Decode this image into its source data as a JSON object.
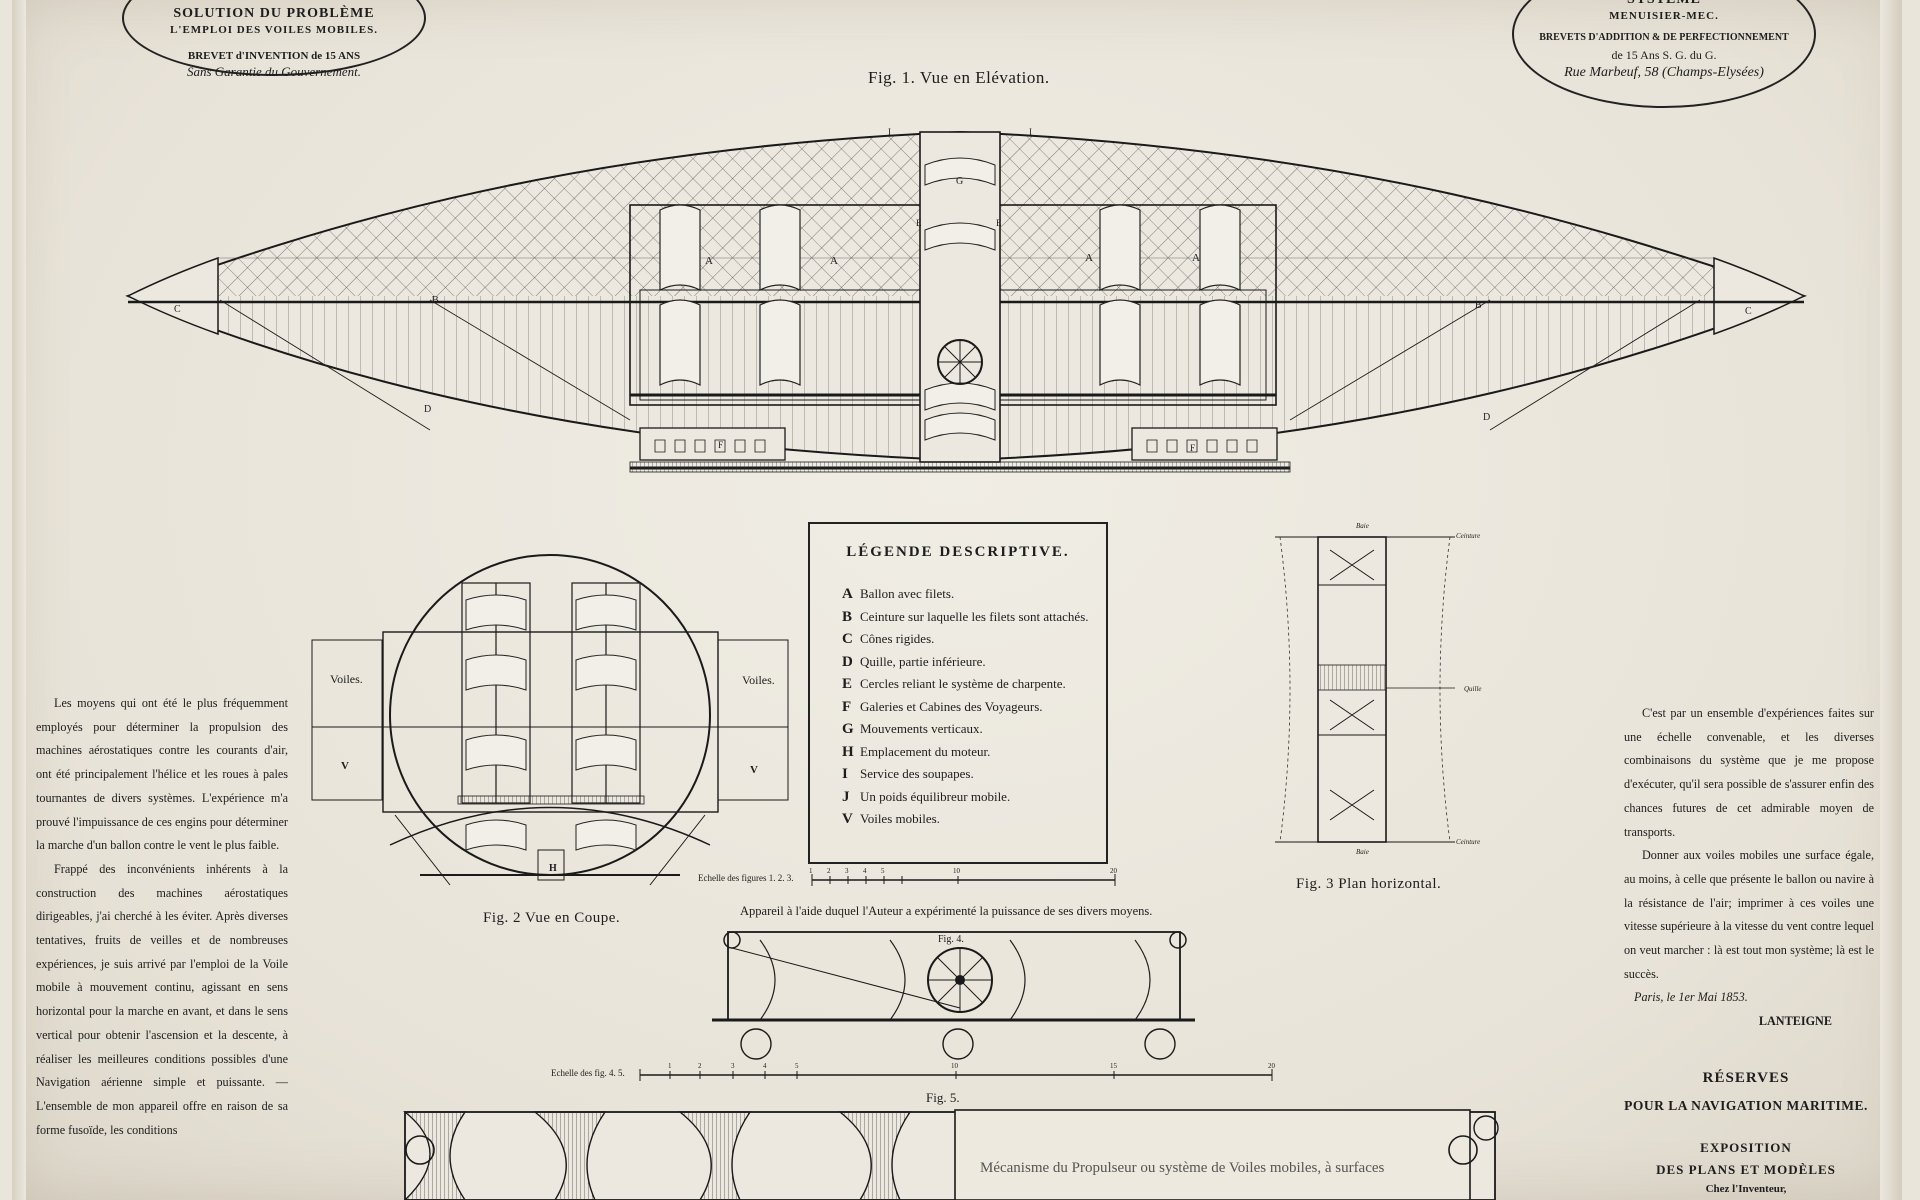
{
  "left_cartouche": {
    "line1": "SOLUTION DU PROBLÈME",
    "line2": "L'EMPLOI DES VOILES MOBILES.",
    "line3": "BREVET d'INVENTION de 15 ANS",
    "line4": "Sans Garantie du Gouvernement."
  },
  "right_cartouche": {
    "line1": "SYSTÈME",
    "line2": "MENUISIER-MEC.",
    "line3": "BREVETS D'ADDITION & DE PERFECTIONNEMENT",
    "line4": "de 15 Ans S. G. du G.",
    "line5": "Rue Marbeuf, 58 (Champs-Elysées)"
  },
  "fig1": {
    "title": "Fig. 1.  Vue en Elévation.",
    "letters": [
      "A",
      "A",
      "A",
      "A",
      "B",
      "B",
      "C",
      "C",
      "D",
      "D",
      "E",
      "E",
      "F",
      "F",
      "G",
      "I",
      "I"
    ]
  },
  "fig2": {
    "title": "Fig. 2  Vue en Coupe.",
    "voiles_left": "Voiles.",
    "voiles_right": "Voiles.",
    "v": "V",
    "h": "H"
  },
  "fig3": {
    "title": "Fig. 3  Plan horizontal.",
    "baie_top": "Baie",
    "ceinture_top": "Ceinture",
    "quille": "Quille",
    "ceinture_bottom": "Ceinture",
    "baie_bottom": "Baie"
  },
  "fig4": {
    "caption": "Appareil à l'aide duquel l'Auteur a expérimenté la puissance de ses divers moyens.",
    "label": "Fig. 4."
  },
  "fig5": {
    "label": "Fig. 5.",
    "caption": "Mécanisme du Propulseur ou système de Voiles mobiles, à surfaces"
  },
  "scales": {
    "scale1": "Echelle des figures 1. 2. 3.",
    "scale1_ticks": [
      "1",
      "2",
      "3",
      "4",
      "5",
      "10",
      "20"
    ],
    "scale2": "Echelle des fig. 4. 5.",
    "scale2_ticks": [
      "1",
      "2",
      "3",
      "4",
      "5",
      "10",
      "15",
      "20"
    ]
  },
  "legend": {
    "title": "LÉGENDE DESCRIPTIVE.",
    "items": [
      {
        "key": "A",
        "text": "Ballon avec filets."
      },
      {
        "key": "B",
        "text": "Ceinture sur laquelle les filets sont attachés."
      },
      {
        "key": "C",
        "text": "Cônes rigides."
      },
      {
        "key": "D",
        "text": "Quille, partie inférieure."
      },
      {
        "key": "E",
        "text": "Cercles reliant le système de charpente."
      },
      {
        "key": "F",
        "text": "Galeries et Cabines des Voyageurs."
      },
      {
        "key": "G",
        "text": "Mouvements verticaux."
      },
      {
        "key": "H",
        "text": "Emplacement du moteur."
      },
      {
        "key": "I",
        "text": "Service des soupapes."
      },
      {
        "key": "J",
        "text": "Un poids équilibreur mobile."
      },
      {
        "key": "V",
        "text": "Voiles mobiles."
      }
    ]
  },
  "left_text": {
    "p1": "Les moyens qui ont été le plus fréquemment employés pour déterminer la propulsion des machines aérostatiques contre les courants d'air, ont été principalement l'hélice et les roues à pales tournantes de divers systèmes. L'expérience m'a prouvé l'impuissance de ces engins pour déterminer la marche d'un ballon contre le vent le plus faible.",
    "p2": "Frappé des inconvénients inhérents à la construction des machines aérostatiques dirigeables, j'ai cherché à les éviter. Après diverses tentatives, fruits de veilles et de nombreuses expériences, je suis arrivé par l'emploi de la Voile mobile à mouvement continu, agissant en sens horizontal pour la marche en avant, et dans le sens vertical pour obtenir l'ascension et la descente, à réaliser les meilleures conditions possibles d'une Navigation aérienne simple et puissante. — L'ensemble de mon appareil offre en raison de sa forme fusoïde, les conditions"
  },
  "right_text": {
    "p1": "C'est par un ensemble d'expériences faites sur une échelle convenable, et les diverses combinaisons du système que je me propose d'exécuter, qu'il sera possible de s'assurer enfin des chances futures de cet admirable moyen de transports.",
    "p2": "Donner aux voiles mobiles une surface égale, au moins, à celle que présente le ballon ou navire à la résistance de l'air; imprimer à ces voiles une vitesse supérieure à la vitesse du vent contre lequel on veut marcher : là est tout mon système; là est le succès.",
    "date": "Paris, le 1er Mai 1853.",
    "signature": "LANTEIGNE"
  },
  "bottom_right": {
    "reserves": "RÉSERVES",
    "pour": "POUR LA NAVIGATION MARITIME.",
    "exposition": "EXPOSITION",
    "des_plans": "DES PLANS ET MODÈLES",
    "chez": "Chez l'Inventeur,"
  }
}
